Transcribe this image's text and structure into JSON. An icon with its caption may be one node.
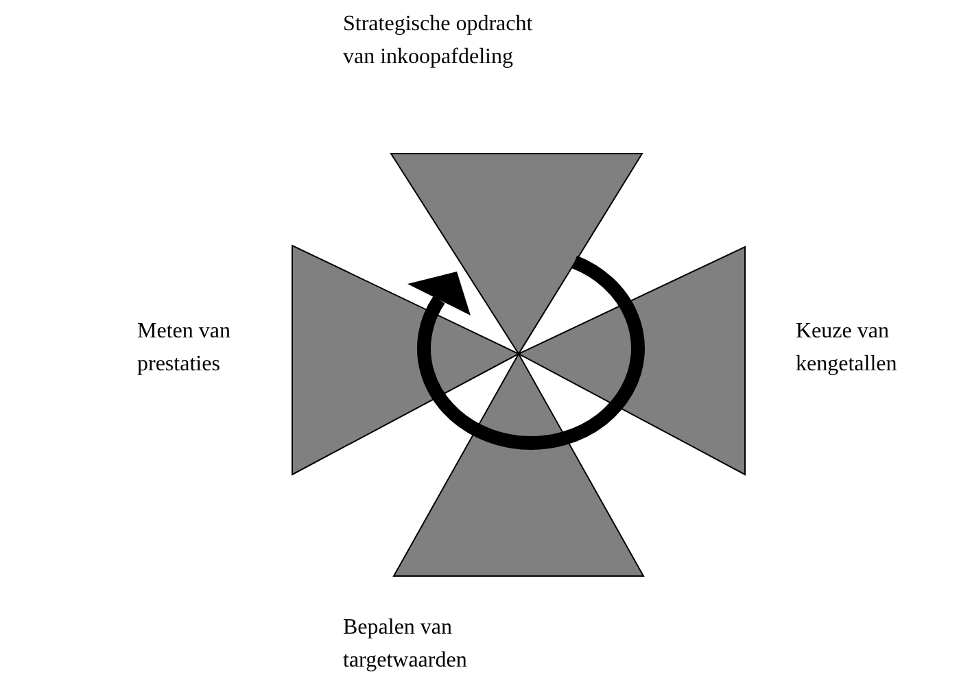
{
  "diagram": {
    "nodes": [
      {
        "text": [
          "Strategische opdracht van inkoopafdeling"
        ]
      },
      {
        "text": [
          "Keuze van kengetallen"
        ]
      },
      {
        "text": [
          "Bepalen van targetwaarden"
        ]
      },
      {
        "text": [
          "Meten van prestaties"
        ]
      }
    ]
  }
}
